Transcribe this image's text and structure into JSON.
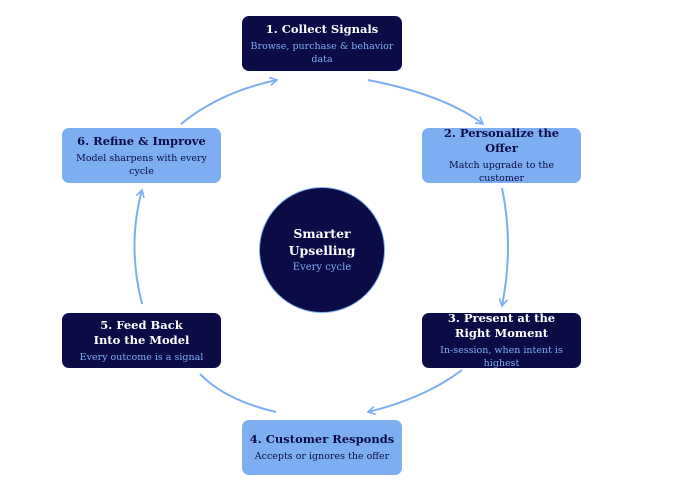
{
  "colors": {
    "dark": "#0b0b45",
    "light": "#7eaef2",
    "arrow": "#7eaef2"
  },
  "center": {
    "title": "Smarter\nUpselling",
    "subtitle": "Every cycle"
  },
  "steps": [
    {
      "title": "1. Collect Signals",
      "subtitle": "Browse, purchase & behavior data",
      "style": "dark"
    },
    {
      "title": "2. Personalize the Offer",
      "subtitle": "Match upgrade to the customer",
      "style": "light"
    },
    {
      "title": "3. Present at the\nRight Moment",
      "subtitle": "In-session, when intent is highest",
      "style": "dark"
    },
    {
      "title": "4. Customer Responds",
      "subtitle": "Accepts or ignores the offer",
      "style": "light"
    },
    {
      "title": "5. Feed Back\nInto the Model",
      "subtitle": "Every outcome is a signal",
      "style": "dark"
    },
    {
      "title": "6. Refine & Improve",
      "subtitle": "Model sharpens with every cycle",
      "style": "light"
    }
  ]
}
